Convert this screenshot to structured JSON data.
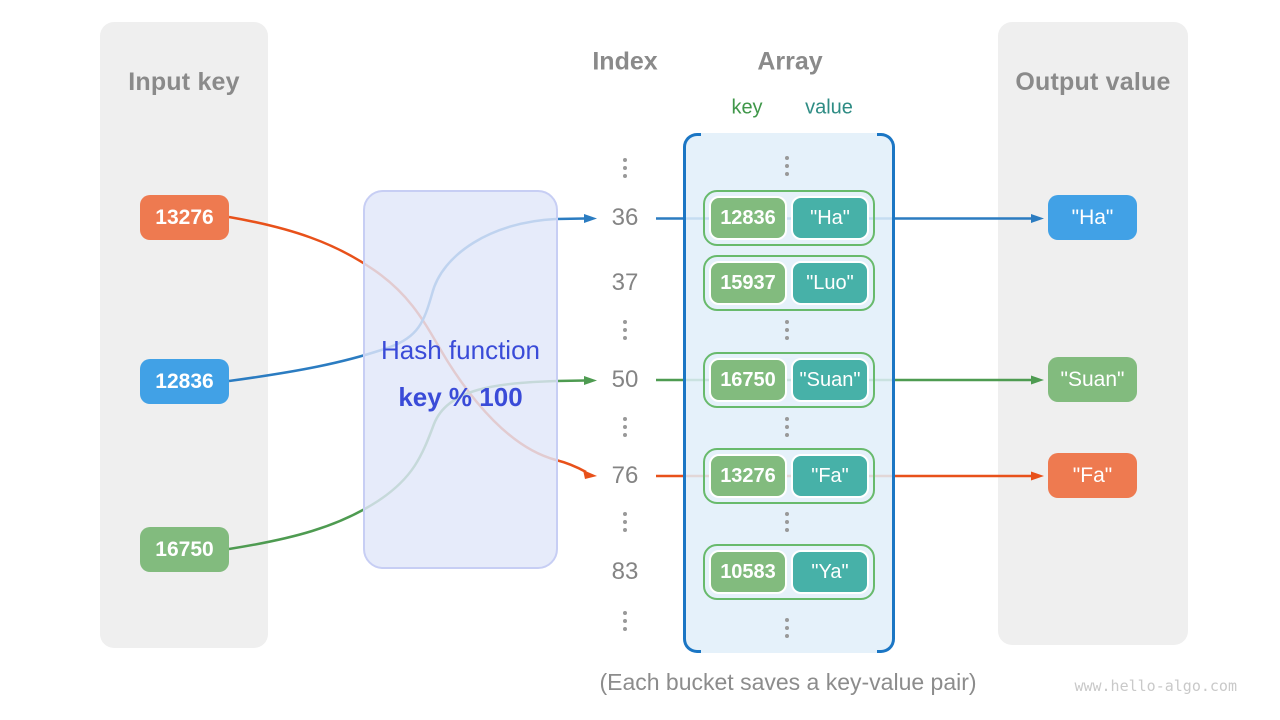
{
  "input_panel": {
    "title": "Input key",
    "keys": [
      {
        "label": "13276",
        "color": "orange"
      },
      {
        "label": "12836",
        "color": "blue"
      },
      {
        "label": "16750",
        "color": "green"
      }
    ]
  },
  "hash_box": {
    "title": "Hash function",
    "formula": "key % 100"
  },
  "index_column": {
    "title": "Index",
    "items": [
      "36",
      "37",
      "50",
      "76",
      "83"
    ]
  },
  "array_panel": {
    "title": "Array",
    "key_header": "key",
    "value_header": "value",
    "buckets": [
      {
        "key": "12836",
        "value": "\"Ha\""
      },
      {
        "key": "15937",
        "value": "\"Luo\""
      },
      {
        "key": "16750",
        "value": "\"Suan\""
      },
      {
        "key": "13276",
        "value": "\"Fa\""
      },
      {
        "key": "10583",
        "value": "\"Ya\""
      }
    ]
  },
  "output_panel": {
    "title": "Output value",
    "values": [
      {
        "label": "\"Ha\"",
        "color": "blue"
      },
      {
        "label": "\"Suan\"",
        "color": "green"
      },
      {
        "label": "\"Fa\"",
        "color": "orange"
      }
    ]
  },
  "caption": "(Each bucket saves a key-value pair)",
  "watermark": "www.hello-algo.com",
  "colors": {
    "orange_box": "#ee7a50",
    "blue_box": "#41a1e6",
    "green_box": "#82bb7e",
    "teal_pill": "#47b1a8",
    "bucket_border": "#68ba6c",
    "orange_line": "#e8511a",
    "blue_line": "#2b7cc1",
    "green_line": "#4e9b51",
    "array_bracket": "#1b76c4",
    "hash_text": "#3a4bd8",
    "panel_gray": "#efefef",
    "title_gray": "#8a8a8a"
  }
}
